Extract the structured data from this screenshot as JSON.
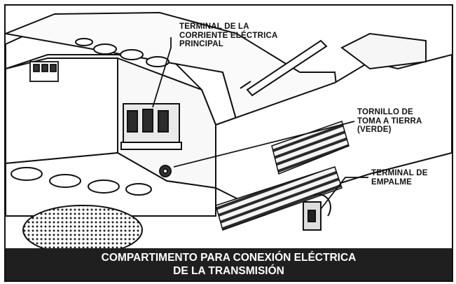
{
  "callouts": {
    "main_power_terminal": [
      "TERMINAL DE LA",
      "CORRIENTE ELÉCTRICA",
      "PRINCIPAL"
    ],
    "ground_screw": [
      "TORNILLO DE",
      "TOMA A TIERRA",
      "(VERDE)"
    ],
    "splice_terminal": [
      "TERMINAL DE",
      "EMPALME"
    ]
  },
  "caption": {
    "line1": "COMPARTIMENTO PARA CONEXIÓN ELÉCTRICA",
    "line2": "DE LA TRANSMISIÓN"
  }
}
